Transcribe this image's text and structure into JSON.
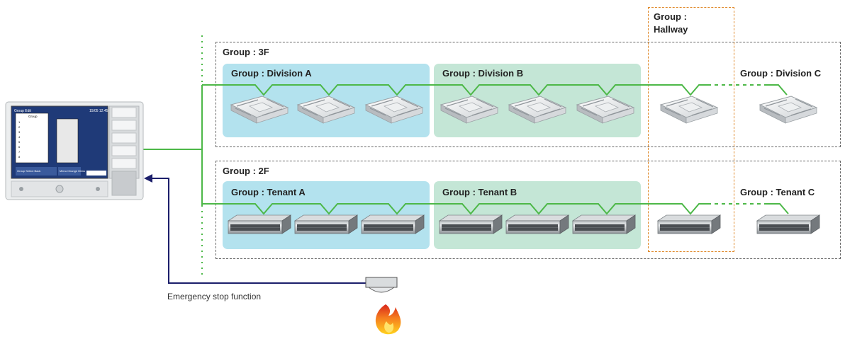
{
  "controller": {
    "screen_title": "Group Edit",
    "screen_time": "15/05 12:45",
    "panel_header": "Group",
    "rows": [
      "1",
      "2",
      "3",
      "4",
      "5",
      "6",
      "7",
      "8"
    ],
    "footer_left": "Group Select\nBack",
    "footer_mid": "Menu Change\nMenu"
  },
  "floors": {
    "f3": {
      "label": "Group : 3F",
      "zones": [
        "Group : Division A",
        "Group : Division B"
      ],
      "extra": "Group : Division C"
    },
    "f2": {
      "label": "Group : 2F",
      "zones": [
        "Group : Tenant A",
        "Group : Tenant B"
      ],
      "extra": "Group : Tenant C"
    }
  },
  "hallway_label_line1": "Group :",
  "hallway_label_line2": "Hallway",
  "emergency_label": "Emergency stop function",
  "colors": {
    "wire": "#4db848",
    "emergency_wire": "#1c1f6b",
    "zone_blue": "#b3e2ee",
    "zone_green": "#c4e6d6",
    "hallway_border": "#e08a2c"
  },
  "icons": [
    "cassette-unit-icon",
    "duct-unit-icon",
    "smoke-detector-icon",
    "fire-icon",
    "central-controller-icon"
  ]
}
